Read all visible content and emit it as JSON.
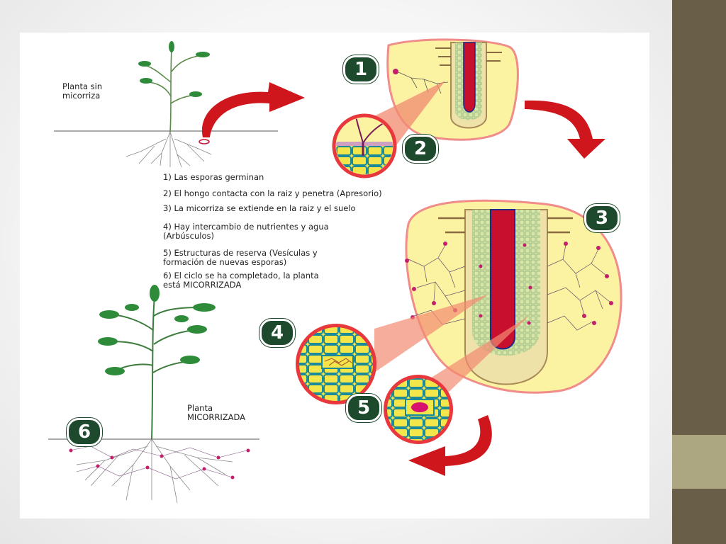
{
  "labels": {
    "plant_without": "Planta sin\nmicorriza",
    "plant_with": "Planta\nMICORRIZADA"
  },
  "steps": [
    "1) Las esporas germinan",
    "2) El hongo contacta con la raiz y penetra (Apresorio)",
    "3) La micorriza se extiende en la raiz y el suelo",
    "4) Hay intercambio de nutrientes y agua\n(Arbúsculos)",
    "5) Estructuras de reserva (Vesículas y\nformación de nuevas esporas)",
    "6) El ciclo se ha completado, la planta\nestá MICORRIZADA"
  ],
  "badges": [
    "1",
    "2",
    "3",
    "4",
    "5",
    "6"
  ],
  "colors": {
    "slide_band": "#695f49",
    "slide_accent": "#aca781",
    "badge": "#1d4a2c",
    "arrow": "#d0161d",
    "panel_fill": "#fbf3a1",
    "panel_border": "#f08c8a",
    "leaf": "#2e8b3a",
    "root_core": "#c8102e",
    "cell_wall": "#1a8a9a",
    "vesicle": "#c41f6a"
  },
  "icons": [
    "curved-arrow-icon",
    "plant-icon",
    "spore-icon"
  ]
}
